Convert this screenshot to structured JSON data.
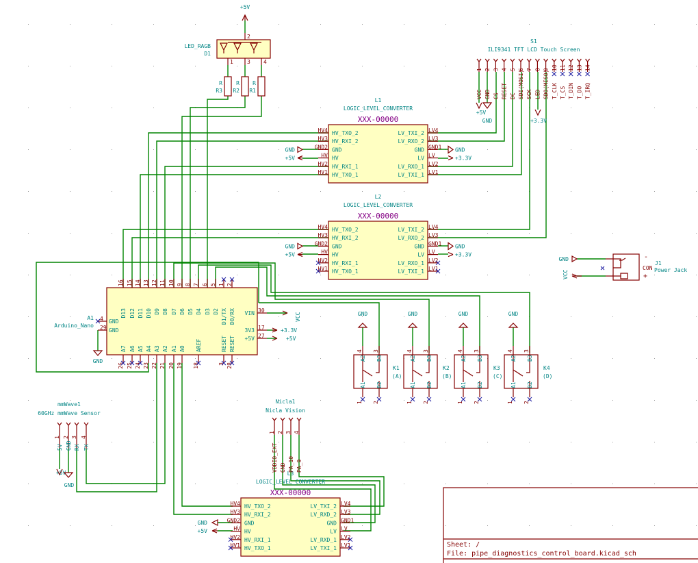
{
  "sheet": {
    "sheet_label": "Sheet: /",
    "file_label": "File: pipe_diagnostics_control_board.kicad_sch"
  },
  "colors": {
    "wire": "#008400",
    "pin": "#840000",
    "text": "#008484",
    "body_fill": "#ffffc2",
    "value": "#840084",
    "no_connect": "#1a1aa0"
  },
  "power_labels": {
    "p5v": "+5V",
    "gnd": "GND",
    "p33v": "+3.3V",
    "vcc": "VCC"
  },
  "led": {
    "ref": "D1",
    "value": "LED_RAGB",
    "pins": [
      "1",
      "2",
      "3",
      "4"
    ],
    "resistors": [
      {
        "ref": "R3",
        "value": "R"
      },
      {
        "ref": "R2",
        "value": "R"
      },
      {
        "ref": "R1",
        "value": "R"
      }
    ]
  },
  "lcd": {
    "ref": "S1",
    "value": "ILI9341 TFT LCD Touch Screen",
    "pins": [
      {
        "num": "1",
        "name": "VCC"
      },
      {
        "num": "2",
        "name": "GND"
      },
      {
        "num": "3",
        "name": "CS"
      },
      {
        "num": "4",
        "name": "RESET"
      },
      {
        "num": "5",
        "name": "DC"
      },
      {
        "num": "6",
        "name": "SDI(MOSI)"
      },
      {
        "num": "7",
        "name": "SCK"
      },
      {
        "num": "8",
        "name": "LED"
      },
      {
        "num": "9",
        "name": "SDO(MISO)"
      },
      {
        "num": "10",
        "name": "T_CLK"
      },
      {
        "num": "11",
        "name": "T_CS"
      },
      {
        "num": "12",
        "name": "T_DIN"
      },
      {
        "num": "13",
        "name": "T_DO"
      },
      {
        "num": "14",
        "name": "T_IRQ"
      }
    ]
  },
  "converters": [
    {
      "ref": "L1",
      "value": "LOGIC_LEVEL_CONVERTER",
      "part": "XXX-00000",
      "left_pins": [
        {
          "num": "HV4",
          "name": "HV_TXO_2"
        },
        {
          "num": "HV3",
          "name": "HV_RXI_2"
        },
        {
          "num": "GND2",
          "name": "GND"
        },
        {
          "num": "HV",
          "name": "HV"
        },
        {
          "num": "HV2",
          "name": "HV_RXI_1"
        },
        {
          "num": "HV1",
          "name": "HV_TXO_1"
        }
      ],
      "right_pins": [
        {
          "num": "LV4",
          "name": "LV_TXI_2"
        },
        {
          "num": "LV3",
          "name": "LV_RXO_2"
        },
        {
          "num": "GND1",
          "name": "GND"
        },
        {
          "num": "LV",
          "name": "LV"
        },
        {
          "num": "LV2",
          "name": "LV_RXO_1"
        },
        {
          "num": "LV1",
          "name": "LV_TXI_1"
        }
      ]
    },
    {
      "ref": "L2",
      "value": "LOGIC_LEVEL_CONVERTER",
      "part": "XXX-00000",
      "left_pins": [
        {
          "num": "HV4",
          "name": "HV_TXO_2"
        },
        {
          "num": "HV3",
          "name": "HV_RXI_2"
        },
        {
          "num": "GND2",
          "name": "GND"
        },
        {
          "num": "HV",
          "name": "HV"
        },
        {
          "num": "HV2",
          "name": "HV_RXI_1"
        },
        {
          "num": "HV1",
          "name": "HV_TXO_1"
        }
      ],
      "right_pins": [
        {
          "num": "LV4",
          "name": "LV_TXI_2"
        },
        {
          "num": "LV3",
          "name": "LV_RXO_2"
        },
        {
          "num": "GND1",
          "name": "GND"
        },
        {
          "num": "LV",
          "name": "LV"
        },
        {
          "num": "LV2",
          "name": "LV_RXO_1"
        },
        {
          "num": "LV1",
          "name": "LV_TXI_1"
        }
      ]
    },
    {
      "ref": "L3",
      "value": "LOGIC_LEVEL_CONVERTER",
      "part": "XXX-00000",
      "left_pins": [
        {
          "num": "HV4",
          "name": "HV_TXO_2"
        },
        {
          "num": "HV3",
          "name": "HV_RXI_2"
        },
        {
          "num": "GND2",
          "name": "GND"
        },
        {
          "num": "HV",
          "name": "HV"
        },
        {
          "num": "HV2",
          "name": "HV_RXI_1"
        },
        {
          "num": "HV1",
          "name": "HV_TXO_1"
        }
      ],
      "right_pins": [
        {
          "num": "LV4",
          "name": "LV_TXI_2"
        },
        {
          "num": "LV3",
          "name": "LV_RXD_2"
        },
        {
          "num": "GND1",
          "name": "GND"
        },
        {
          "num": "LV",
          "name": "LV"
        },
        {
          "num": "LV2",
          "name": "LV_RXD_1"
        },
        {
          "num": "LV1",
          "name": "LV_TXI_1"
        }
      ]
    }
  ],
  "arduino": {
    "ref": "A1",
    "value": "Arduino_Nano",
    "top_pins": [
      {
        "num": "16",
        "name": "D13"
      },
      {
        "num": "15",
        "name": "D12"
      },
      {
        "num": "14",
        "name": "D11"
      },
      {
        "num": "13",
        "name": "D10"
      },
      {
        "num": "12",
        "name": "D9"
      },
      {
        "num": "11",
        "name": "D8"
      },
      {
        "num": "10",
        "name": "D7"
      },
      {
        "num": "9",
        "name": "D6"
      },
      {
        "num": "8",
        "name": "D5"
      },
      {
        "num": "7",
        "name": "D4"
      },
      {
        "num": "6",
        "name": "D3"
      },
      {
        "num": "5",
        "name": "D2"
      },
      {
        "num": "1",
        "name": "D1/TX"
      },
      {
        "num": "2",
        "name": "D0/RX"
      }
    ],
    "bottom_pins": [
      {
        "num": "26",
        "name": "A7"
      },
      {
        "num": "25",
        "name": "A6"
      },
      {
        "num": "24",
        "name": "A5"
      },
      {
        "num": "23",
        "name": "A4"
      },
      {
        "num": "22",
        "name": "A3"
      },
      {
        "num": "21",
        "name": "A2"
      },
      {
        "num": "20",
        "name": "A1"
      },
      {
        "num": "19",
        "name": "A0"
      },
      {
        "num": "18",
        "name": "AREF"
      },
      {
        "num": "3",
        "name": "RESET"
      },
      {
        "num": "28",
        "name": "RESET"
      }
    ],
    "left_pins": [
      {
        "num": "4",
        "name": "GND"
      },
      {
        "num": "29",
        "name": "GND"
      }
    ],
    "right_pins": [
      {
        "num": "30",
        "name": "VIN"
      },
      {
        "num": "17",
        "name": "3V3"
      },
      {
        "num": "27",
        "name": "+5V"
      }
    ]
  },
  "power_jack": {
    "ref": "J1",
    "value": "Power Jack",
    "pin_labels": [
      "-",
      "CON",
      "+"
    ]
  },
  "relays": [
    {
      "ref": "K1",
      "value": "(A)"
    },
    {
      "ref": "K2",
      "value": "(B)"
    },
    {
      "ref": "K3",
      "value": "(C)"
    },
    {
      "ref": "K4",
      "value": "(D)"
    }
  ],
  "relay_pins": {
    "top": [
      "4",
      "3"
    ],
    "bottom": [
      "1",
      "2"
    ],
    "inner_top": [
      "A2",
      "B3"
    ],
    "inner_bottom": [
      "A1",
      "B2"
    ]
  },
  "mmwave": {
    "ref": "mmWave1",
    "value": "60GHz mmWave Sensor",
    "pins": [
      {
        "num": "1",
        "name": "5V"
      },
      {
        "num": "2",
        "name": "GND"
      },
      {
        "num": "3",
        "name": "RX"
      },
      {
        "num": "4",
        "name": "TX"
      }
    ]
  },
  "nicla": {
    "ref": "Nicla1",
    "value": "Nicla Vision",
    "pins": [
      {
        "num": "1",
        "name": "VDDIO_EXT"
      },
      {
        "num": "2",
        "name": "GND"
      },
      {
        "num": "3",
        "name": "PA_10"
      },
      {
        "num": "4",
        "name": "PA_9"
      }
    ]
  }
}
